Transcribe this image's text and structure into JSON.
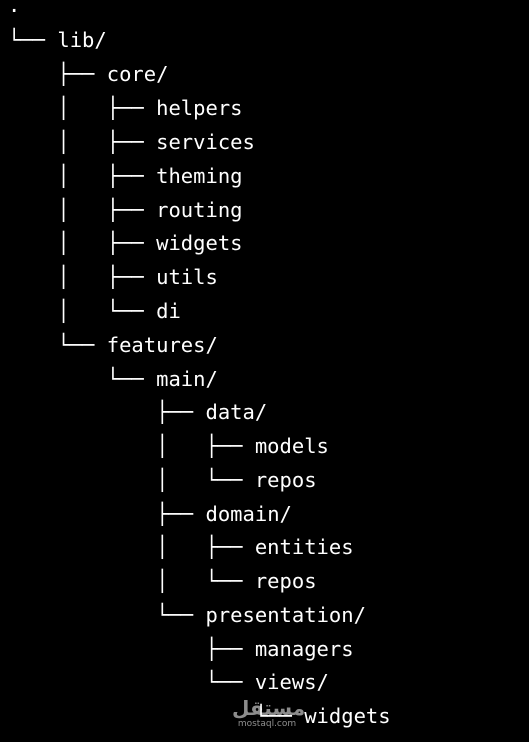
{
  "tree": [
    {
      "prefix": "",
      "name": "."
    },
    {
      "prefix": "└── ",
      "name": "lib/"
    },
    {
      "prefix": "    ├── ",
      "name": "core/"
    },
    {
      "prefix": "    │   ├── ",
      "name": "helpers"
    },
    {
      "prefix": "    │   ├── ",
      "name": "services"
    },
    {
      "prefix": "    │   ├── ",
      "name": "theming"
    },
    {
      "prefix": "    │   ├── ",
      "name": "routing"
    },
    {
      "prefix": "    │   ├── ",
      "name": "widgets"
    },
    {
      "prefix": "    │   ├── ",
      "name": "utils"
    },
    {
      "prefix": "    │   └── ",
      "name": "di"
    },
    {
      "prefix": "    └── ",
      "name": "features/"
    },
    {
      "prefix": "        └── ",
      "name": "main/"
    },
    {
      "prefix": "            ├── ",
      "name": "data/"
    },
    {
      "prefix": "            │   ├── ",
      "name": "models"
    },
    {
      "prefix": "            │   └── ",
      "name": "repos"
    },
    {
      "prefix": "            ├── ",
      "name": "domain/"
    },
    {
      "prefix": "            │   ├── ",
      "name": "entities"
    },
    {
      "prefix": "            │   └── ",
      "name": "repos"
    },
    {
      "prefix": "            └── ",
      "name": "presentation/"
    },
    {
      "prefix": "                ├── ",
      "name": "managers"
    },
    {
      "prefix": "                └── ",
      "name": "views/"
    },
    {
      "prefix": "                    └── ",
      "name": "widgets"
    }
  ],
  "watermark": {
    "text_ar": "مستقل",
    "text_en": "mostaql.com"
  }
}
